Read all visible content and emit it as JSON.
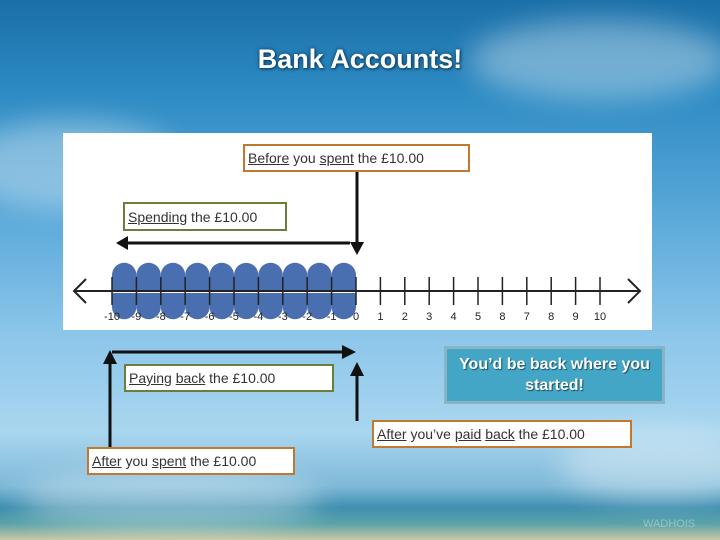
{
  "title": "Bank Accounts!",
  "boxes": {
    "before": {
      "parts": [
        "Before",
        " you ",
        "spent",
        " the £10.00"
      ]
    },
    "spending": {
      "parts": [
        "Spending",
        " the £10.00"
      ]
    },
    "paying_back": {
      "parts": [
        "Paying",
        " ",
        "back",
        " the £10.00"
      ]
    },
    "started": "You’d be back where you started!",
    "after_paid": {
      "parts": [
        "After",
        " you’ve ",
        "paid",
        " ",
        "back",
        " the £10.00"
      ]
    },
    "after_spent": {
      "parts": [
        "After",
        " you ",
        "spent",
        " the £10.00"
      ]
    }
  },
  "number_line": {
    "ticks": [
      -10,
      -9,
      -8,
      -7,
      -6,
      -5,
      -4,
      -3,
      -2,
      -1,
      0,
      1,
      2,
      3,
      4,
      5,
      6,
      7,
      8,
      9,
      10
    ],
    "labels": [
      "-10",
      "-9",
      "-8",
      "-7",
      "-6",
      "-5",
      "-4",
      "-3",
      "-2",
      "-1",
      "0",
      "1",
      "2",
      "3",
      "4",
      "5",
      "8",
      "7",
      "8",
      "9",
      "10"
    ],
    "hops_from": 0,
    "hops_to": -10,
    "hop_color": "#4a6fb0"
  },
  "watermark": "WADHOIS"
}
